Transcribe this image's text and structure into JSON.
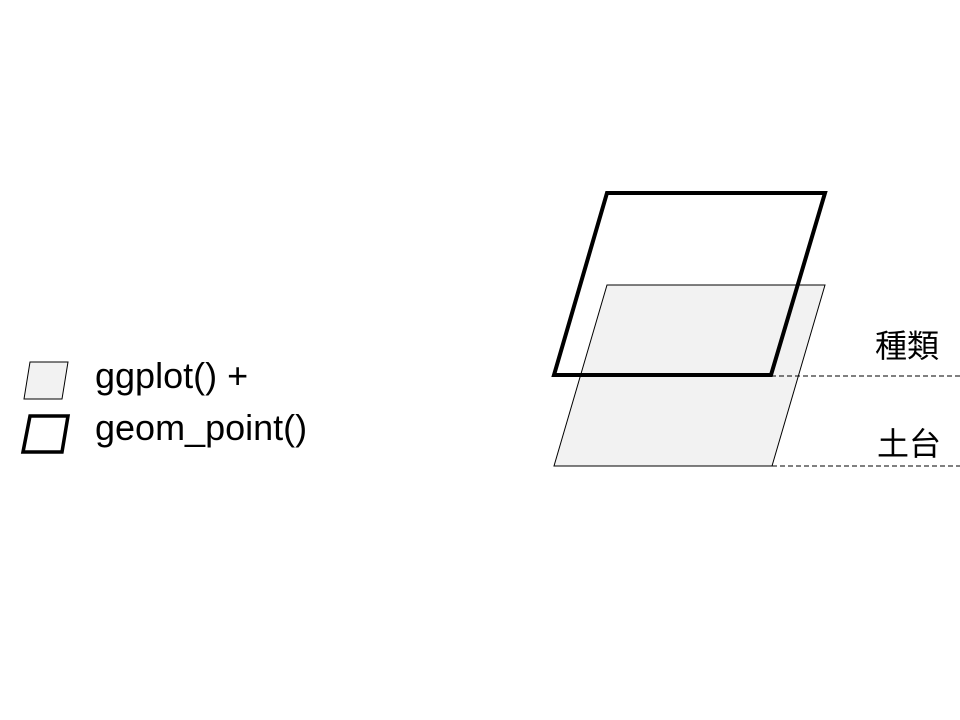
{
  "legend": {
    "items": [
      {
        "label": "ggplot() +",
        "style": "filled"
      },
      {
        "label": "geom_point()",
        "style": "outlined"
      }
    ]
  },
  "layers": {
    "top_label": "種類",
    "base_label": "土台"
  },
  "colors": {
    "base_fill": "#f2f2f2",
    "stroke": "#000000",
    "background": "#ffffff"
  }
}
